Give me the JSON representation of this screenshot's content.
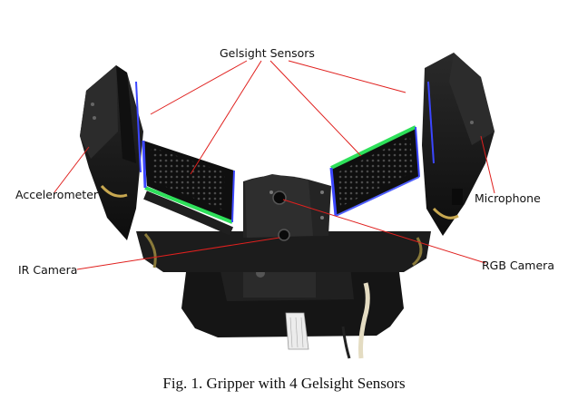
{
  "labels": {
    "gelsight": "Gelsight Sensors",
    "accelerometer": "Accelerometer",
    "microphone": "Microphone",
    "ir_camera": "IR Camera",
    "rgb_camera": "RGB Camera"
  },
  "caption": "Fig. 1.  Gripper with 4 Gelsight Sensors",
  "colors": {
    "leader_line": "#e0201e",
    "gripper_body": "#1a1a1a",
    "led_green": "#2ee05a",
    "led_blue": "#3b46ff"
  }
}
